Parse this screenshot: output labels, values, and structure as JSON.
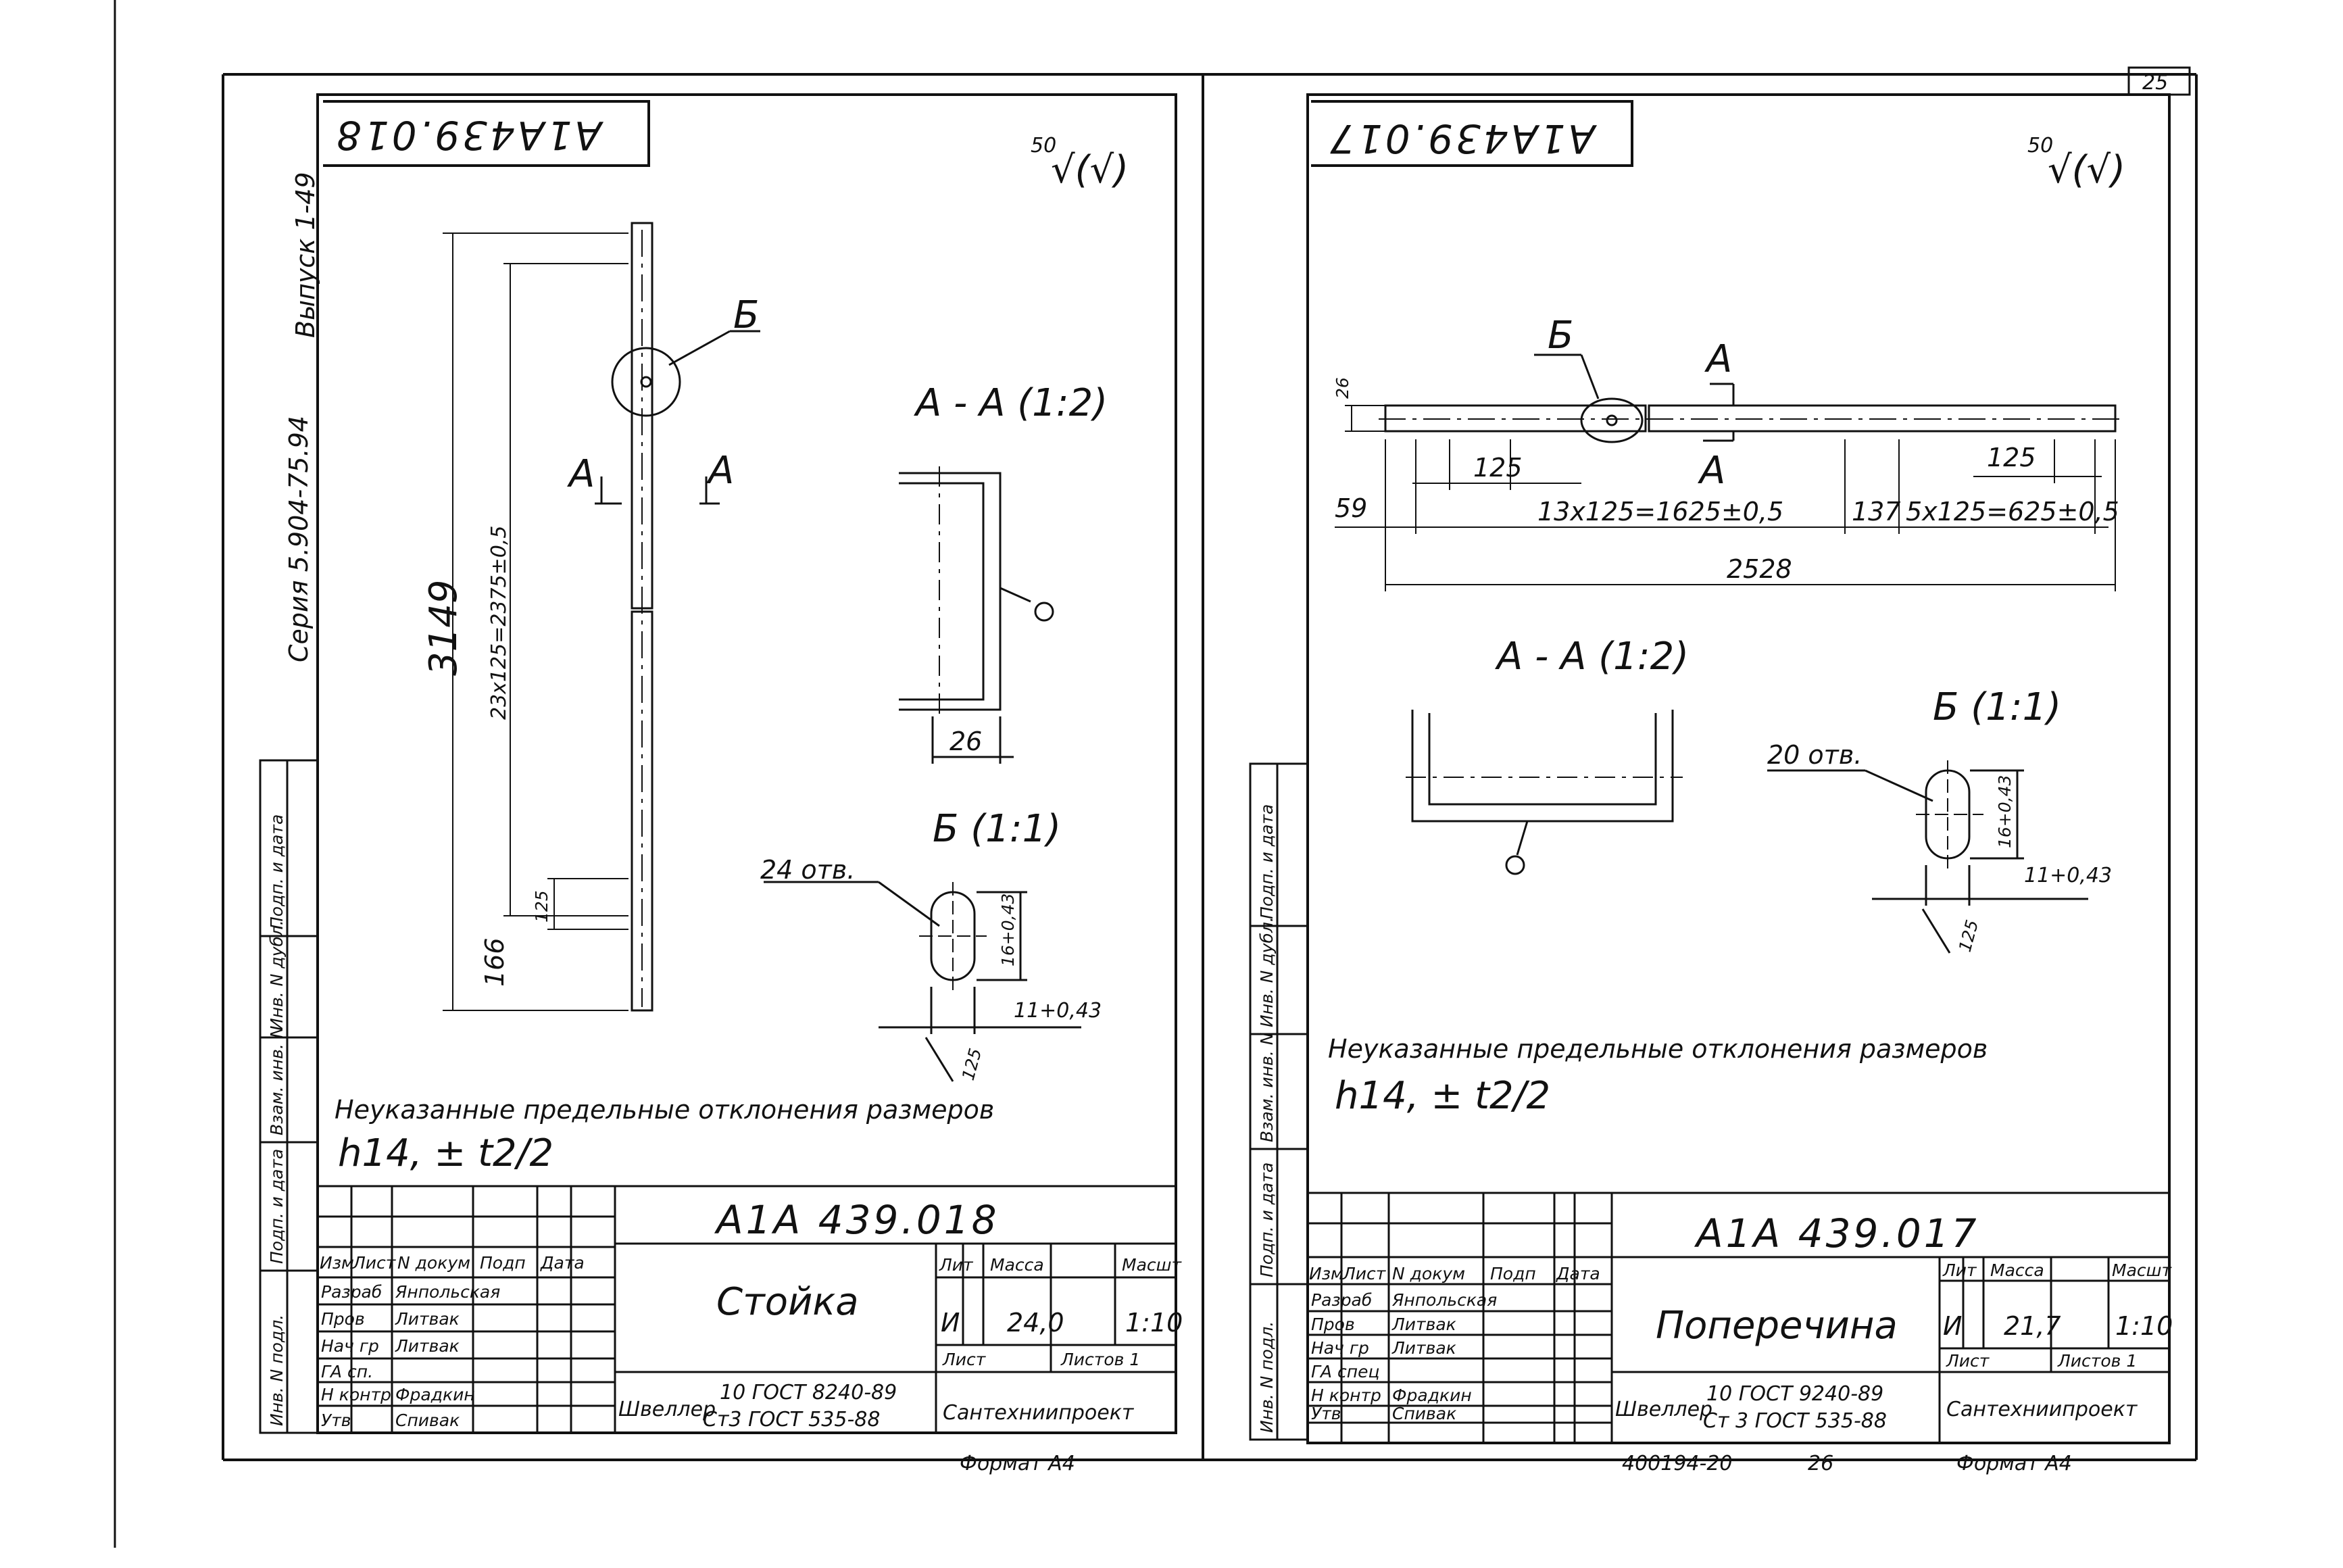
{
  "page_number": "25",
  "series_label": "Серия 5.904-75.94",
  "issue_label": "Выпуск 1-49",
  "left_sheet": {
    "stamp_code": "А1А439.018",
    "roughness_value": "50",
    "roughness_symbol": "√(√)",
    "callout_b": "Б",
    "section_a_left": "А",
    "section_a_right": "А",
    "section_title": "А - А (1:2)",
    "detail_title": "Б (1:1)",
    "dims": {
      "overall": "3149",
      "pitch": "23х125=2375±0,5",
      "spacing": "125",
      "end": "166",
      "width": "26",
      "holes": "24 отв.",
      "hole_len": "16+0,43",
      "hole_w": "11+0,43",
      "hole_pitch": "125"
    },
    "note_line1": "Неуказанные предельные отклонения размеров",
    "note_line2": "h14, ± t2/2",
    "drawing_number": "А1А 439.018",
    "part_name": "Стойка",
    "lit_label": "Лит",
    "mass_label": "Масса",
    "scale_label": "Масшт",
    "lit_value": "И",
    "mass_value": "24,0",
    "scale_value": "1:10",
    "sheet_label": "Лист",
    "sheets_label": "Листов 1",
    "material_prefix": "Швеллер",
    "material_line1": "10 ГОСТ 8240-89",
    "material_line2": "Ст3 ГОСТ 535-88",
    "organization": "Сантехниипроект",
    "format": "Формат А4",
    "signers": {
      "header": [
        "Изм",
        "Лист",
        "N докум",
        "Подп",
        "Дата"
      ],
      "rows": [
        {
          "role": "Разраб",
          "name": "Янпольская"
        },
        {
          "role": "Пров",
          "name": "Литвак"
        },
        {
          "role": "Нач гр",
          "name": "Литвак"
        },
        {
          "role": "ГА сп.",
          "name": ""
        },
        {
          "role": "Н контр",
          "name": "Фрадкин"
        },
        {
          "role": "Утв",
          "name": "Спивак"
        }
      ]
    },
    "side_stamp": [
      "Подп. и дата",
      "Инв. N дубл.",
      "Взам. инв. N",
      "Подп. и дата",
      "Инв. N подл."
    ]
  },
  "right_sheet": {
    "stamp_code": "А1А439.017",
    "roughness_value": "50",
    "roughness_symbol": "√(√)",
    "callout_b": "Б",
    "section_a_top": "А",
    "section_a_bottom": "А",
    "section_title": "А - А (1:2)",
    "detail_title": "Б (1:1)",
    "dims": {
      "height": "26",
      "spacing_left": "125",
      "spacing_right": "125",
      "start": "59",
      "pitch_left": "13х125=1625±0,5",
      "gap": "137",
      "pitch_right": "5х125=625±0,5",
      "overall": "2528",
      "holes": "20 отв.",
      "hole_len": "16+0,43",
      "hole_w": "11+0,43",
      "hole_pitch": "125"
    },
    "note_line1": "Неуказанные предельные отклонения размеров",
    "note_line2": "h14, ± t2/2",
    "drawing_number": "А1А 439.017",
    "part_name": "Поперечина",
    "lit_label": "Лит",
    "mass_label": "Масса",
    "scale_label": "Масшт",
    "lit_value": "И",
    "mass_value": "21,7",
    "scale_value": "1:10",
    "sheet_label": "Лист",
    "sheets_label": "Листов 1",
    "material_prefix": "Швеллер",
    "material_line1": "10 ГОСТ 9240-89",
    "material_line2": "Ст 3 ГОСТ 535-88",
    "organization": "Сантехниипроект",
    "format": "Формат А4",
    "copy_number": "400194-20",
    "copy_sheet": "26",
    "signers": {
      "header": [
        "Изм",
        "Лист",
        "N докум",
        "Подп",
        "Дата"
      ],
      "rows": [
        {
          "role": "Разраб",
          "name": "Янпольская"
        },
        {
          "role": "Пров",
          "name": "Литвак"
        },
        {
          "role": "Нач гр",
          "name": "Литвак"
        },
        {
          "role": "ГА спец",
          "name": ""
        },
        {
          "role": "Н контр",
          "name": "Фрадкин"
        },
        {
          "role": "Утв",
          "name": "Спивак"
        }
      ]
    },
    "side_stamp": [
      "Подп. и дата",
      "Инв. N дубл.",
      "Взам. инв. N",
      "Подп. и дата",
      "Инв. N подл."
    ]
  }
}
